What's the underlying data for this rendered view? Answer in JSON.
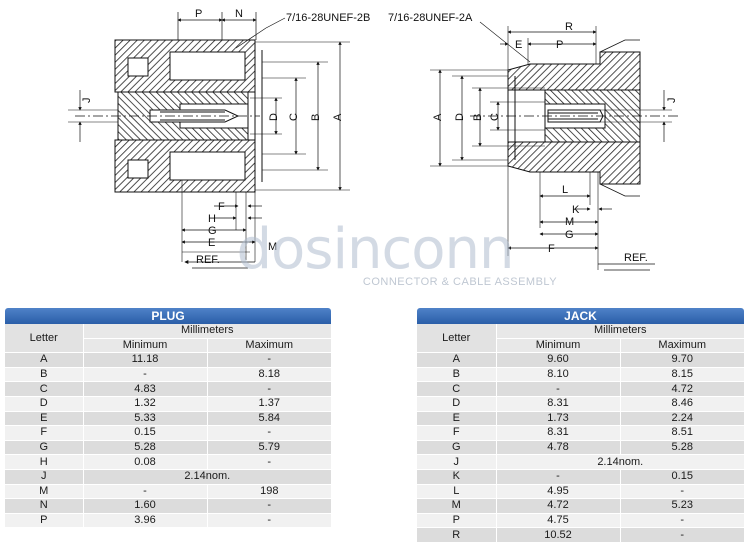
{
  "plug_drawing": {
    "thread_label": "7/16-28UNEF-2B",
    "top_dims": [
      "P",
      "N"
    ],
    "side_dims": [
      "D",
      "C",
      "B",
      "A"
    ],
    "left_dim": "J",
    "bottom_dims": [
      "F",
      "H",
      "G",
      "E"
    ],
    "m_label": "M",
    "ref_label": "REF."
  },
  "jack_drawing": {
    "thread_label": "7/16-28UNEF-2A",
    "top_dims": [
      "R",
      "E",
      "P"
    ],
    "side_dims": [
      "A",
      "D",
      "B",
      "C"
    ],
    "right_dim": "J",
    "bottom_dims": [
      "L",
      "K",
      "M",
      "G",
      "F"
    ],
    "ref_label": "REF."
  },
  "watermark": {
    "brand": "dosinconn",
    "tagline": "CONNECTOR & CABLE ASSEMBLY"
  },
  "plug_table": {
    "title": "PLUG",
    "letter_header": "Letter",
    "unit_header": "Millimeters",
    "min_header": "Minimum",
    "max_header": "Maximum",
    "rows": [
      {
        "letter": "A",
        "min": "11.18",
        "max": "-"
      },
      {
        "letter": "B",
        "min": "-",
        "max": "8.18"
      },
      {
        "letter": "C",
        "min": "4.83",
        "max": "-"
      },
      {
        "letter": "D",
        "min": "1.32",
        "max": "1.37"
      },
      {
        "letter": "E",
        "min": "5.33",
        "max": "5.84"
      },
      {
        "letter": "F",
        "min": "0.15",
        "max": "-"
      },
      {
        "letter": "G",
        "min": "5.28",
        "max": "5.79"
      },
      {
        "letter": "H",
        "min": "0.08",
        "max": "-"
      },
      {
        "letter": "J",
        "span": "2.14nom."
      },
      {
        "letter": "M",
        "min": "-",
        "max": "198"
      },
      {
        "letter": "N",
        "min": "1.60",
        "max": "-"
      },
      {
        "letter": "P",
        "min": "3.96",
        "max": "-"
      }
    ]
  },
  "jack_table": {
    "title": "JACK",
    "letter_header": "Letter",
    "unit_header": "Millimeters",
    "min_header": "Minimum",
    "max_header": "Maximum",
    "rows": [
      {
        "letter": "A",
        "min": "9.60",
        "max": "9.70"
      },
      {
        "letter": "B",
        "min": "8.10",
        "max": "8.15"
      },
      {
        "letter": "C",
        "min": "-",
        "max": "4.72"
      },
      {
        "letter": "D",
        "min": "8.31",
        "max": "8.46"
      },
      {
        "letter": "E",
        "min": "1.73",
        "max": "2.24"
      },
      {
        "letter": "F",
        "min": "8.31",
        "max": "8.51"
      },
      {
        "letter": "G",
        "min": "4.78",
        "max": "5.28"
      },
      {
        "letter": "J",
        "span": "2.14nom."
      },
      {
        "letter": "K",
        "min": "-",
        "max": "0.15"
      },
      {
        "letter": "L",
        "min": "4.95",
        "max": "-"
      },
      {
        "letter": "M",
        "min": "4.72",
        "max": "5.23"
      },
      {
        "letter": "P",
        "min": "4.75",
        "max": "-"
      },
      {
        "letter": "R",
        "min": "10.52",
        "max": "-"
      }
    ]
  },
  "colors": {
    "title_bar": "#2f66b3",
    "row_dark": "#dcdcdc",
    "row_light": "#f1f1f1",
    "hatch": "#222222"
  }
}
